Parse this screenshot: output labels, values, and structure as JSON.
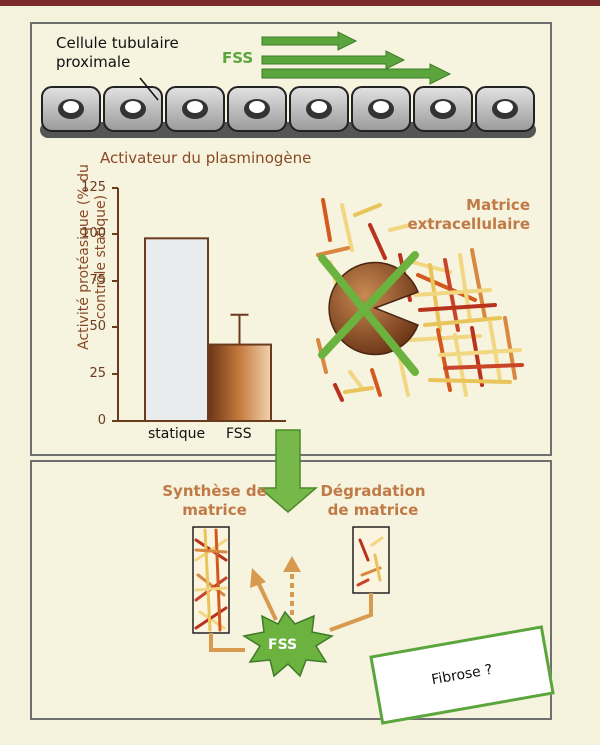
{
  "top_panel": {
    "cell_label": "Cellule tubulaire proximale",
    "fss_label": "FSS",
    "activator_label": "Activateur du plasminogène",
    "matrix_label": "Matrice extracellulaire"
  },
  "chart_data": {
    "type": "bar",
    "categories": [
      "statique",
      "FSS"
    ],
    "values": [
      98,
      41
    ],
    "error_plus": [
      0,
      16
    ],
    "ylabel": "Activité protéasique (% du contrôle statique)",
    "ylim": [
      0,
      125
    ],
    "yticks": [
      "0",
      "25",
      "50",
      "75",
      "100",
      "125"
    ],
    "bar_colors": [
      "#e9ecef",
      "#a8622d"
    ]
  },
  "bottom_panel": {
    "synthesis_label": "Synthèse de matrice",
    "degradation_label": "Dégradation de matrice",
    "fss_burst_label": "FSS",
    "fibrosis_label": "Fibrose ?"
  },
  "colors": {
    "green": "#5aa63d",
    "brown": "#8a4a25",
    "orange": "#d89a4f"
  }
}
